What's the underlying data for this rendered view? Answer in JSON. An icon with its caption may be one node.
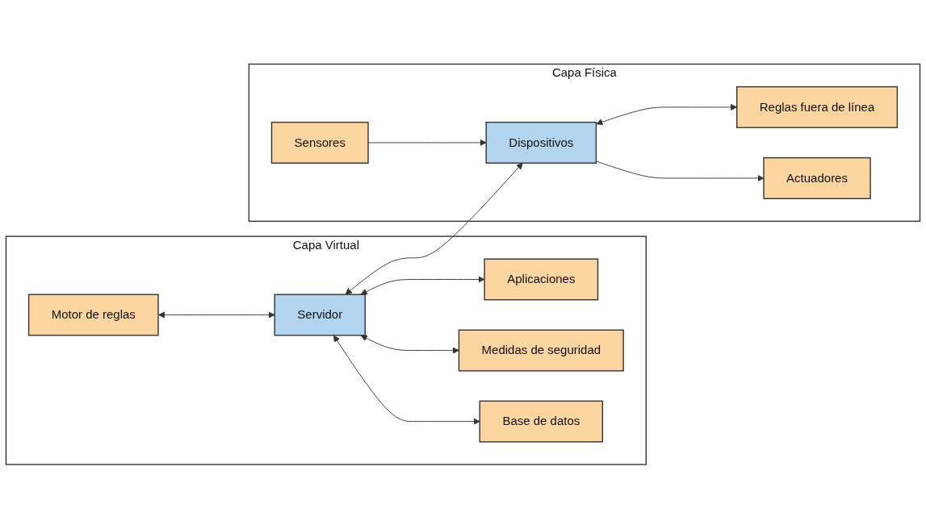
{
  "diagram": {
    "nodes": [
      {
        "text": [
          "Capa Virtual"
        ]
      },
      {
        "text": [
          "Motor de reglas"
        ],
        "in": 0
      },
      {
        "text": [
          "Aplicaciones"
        ],
        "in": 0
      },
      {
        "text": [
          "Servidor"
        ],
        "in": 0
      },
      {
        "text": [
          "Medidas de seguridad"
        ],
        "in": 0
      },
      {
        "text": [
          "Base de datos"
        ],
        "in": 0
      },
      {
        "text": [
          "Capa Física"
        ]
      },
      {
        "text": [
          "Sensores"
        ],
        "in": 6
      },
      {
        "text": [
          "Dispositivos"
        ],
        "in": 6
      },
      {
        "text": [
          "Reglas fuera de línea"
        ],
        "in": 6
      },
      {
        "text": [
          "Actuadores"
        ],
        "in": 6
      }
    ],
    "edges": [
      {
        "from": 1,
        "to": 3,
        "arrow": "both"
      },
      {
        "from": 3,
        "to": 2,
        "arrow": "both"
      },
      {
        "from": 3,
        "to": 4,
        "arrow": "both"
      },
      {
        "from": 3,
        "to": 5,
        "arrow": "both"
      },
      {
        "from": 3,
        "to": 8,
        "arrow": "both"
      },
      {
        "from": 7,
        "to": 8,
        "arrow": "to"
      },
      {
        "from": 8,
        "to": 9,
        "arrow": "both"
      },
      {
        "from": 8,
        "to": 10,
        "arrow": "to"
      }
    ]
  }
}
